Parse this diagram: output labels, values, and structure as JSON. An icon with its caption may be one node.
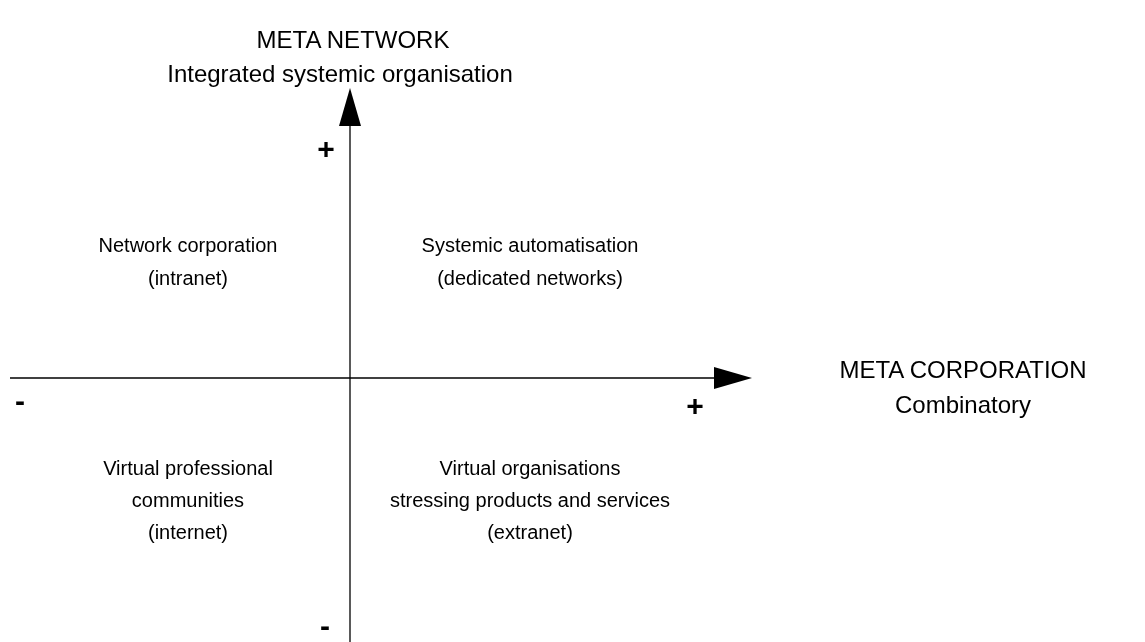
{
  "diagram": {
    "labels": [
      "META NETWORK",
      "Integrated systemic organisation",
      "+",
      "Network corporation",
      "Systemic automatisation",
      "(intranet)",
      "(dedicated networks)",
      "META CORPORATION",
      "-",
      "+",
      "Combinatory",
      "Virtual professional",
      "Virtual organisations",
      "communities",
      "stressing products and services",
      "(internet)",
      "(extranet)",
      "-"
    ]
  }
}
